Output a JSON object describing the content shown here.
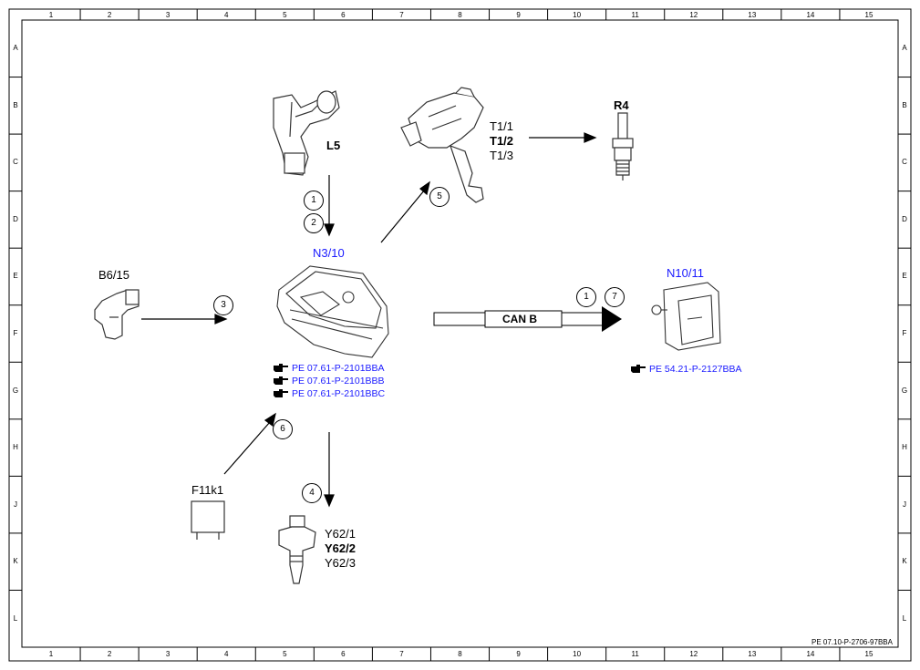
{
  "grid": {
    "columns": [
      "1",
      "2",
      "3",
      "4",
      "5",
      "6",
      "7",
      "8",
      "9",
      "10",
      "11",
      "12",
      "13",
      "14",
      "15"
    ],
    "rows": [
      "A",
      "B",
      "C",
      "D",
      "E",
      "F",
      "G",
      "H",
      "J",
      "K",
      "L"
    ]
  },
  "components": {
    "l5": "L5",
    "t1": [
      "T1/1",
      "T1/2",
      "T1/3"
    ],
    "r4": "R4",
    "n3_10": "N3/10",
    "b6_15": "B6/15",
    "n10_11": "N10/11",
    "f11k1": "F11k1",
    "y62": [
      "Y62/1",
      "Y62/2",
      "Y62/3"
    ]
  },
  "can_label": "CAN B",
  "callouts": [
    "1",
    "2",
    "3",
    "4",
    "5",
    "6",
    "1",
    "7"
  ],
  "references": {
    "n3_10": [
      "PE 07.61-P-2101BBA",
      "PE 07.61-P-2101BBB",
      "PE 07.61-P-2101BBC"
    ],
    "n10_11": [
      "PE 54.21-P-2127BBA"
    ]
  },
  "footer_code": "PE 07.10-P-2706-97BBA",
  "colors": {
    "reference": "#1a1aff",
    "line": "#000000"
  }
}
